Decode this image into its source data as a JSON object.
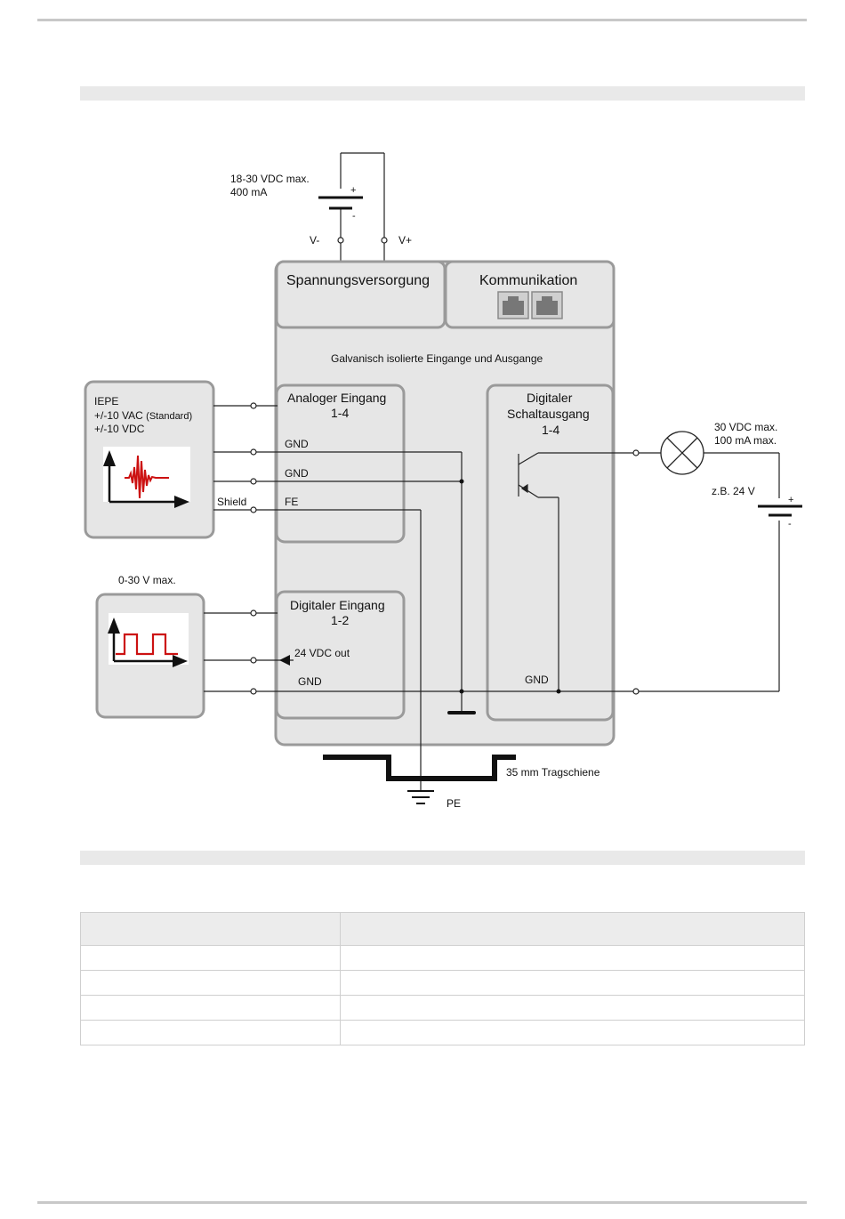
{
  "diagram": {
    "supply": {
      "voltage": "18-30 VDC max.",
      "current": "400 mA",
      "plus": "+",
      "minus": "-",
      "v_minus": "V-",
      "v_plus": "V+"
    },
    "module": {
      "power_title": "Spannungsversorgung",
      "comm_title": "Kommunikation",
      "isolation_note": "Galvanisch isolierte Eingange und Ausgange",
      "analog_title": "Analoger Eingang",
      "analog_range": "1-4",
      "analog_gnd1": "GND",
      "analog_gnd2": "GND",
      "analog_fe": "FE",
      "digital_out_title1": "Digitaler",
      "digital_out_title2": "Schaltausgang",
      "digital_out_range": "1-4",
      "digital_out_gnd": "GND",
      "digital_in_title": "Digitaler Eingang",
      "digital_in_range": "1-2",
      "digital_in_24v": "24 VDC out",
      "digital_in_gnd": "GND"
    },
    "iepe": {
      "line1": "IEPE",
      "line2": "+/-10 VAC",
      "line2_small": "(Standard)",
      "line3": "+/-10 VDC",
      "shield": "Shield"
    },
    "pulse": {
      "label": "0-30 V max."
    },
    "load": {
      "voltage": "30 VDC max.",
      "current": "100 mA max.",
      "example": "z.B. 24 V",
      "plus": "+",
      "minus": "-"
    },
    "rail": {
      "label": "35 mm Tragschiene"
    },
    "pe": {
      "label": "PE"
    },
    "colors": {
      "box_fill": "#e6e6e6",
      "box_stroke": "#9a9a9a",
      "signal_red": "#cc1111"
    }
  },
  "table": {
    "header": [
      "",
      ""
    ],
    "rows": [
      [
        "",
        ""
      ],
      [
        "",
        ""
      ],
      [
        "",
        ""
      ],
      [
        "",
        ""
      ]
    ]
  }
}
